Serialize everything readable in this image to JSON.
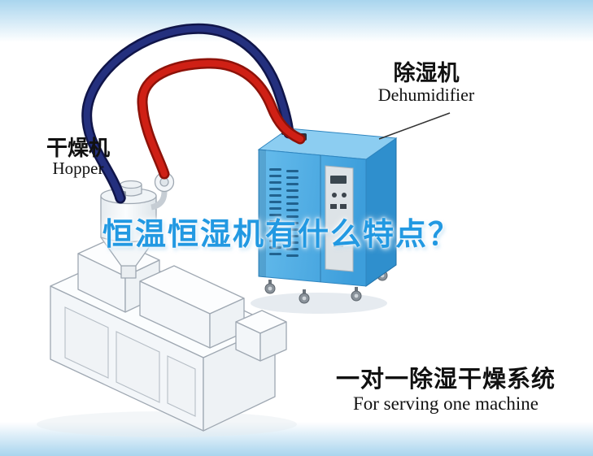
{
  "labels": {
    "hopper": {
      "cn": "干燥机",
      "en": "Hopper"
    },
    "dehumidifier": {
      "cn": "除湿机",
      "en": "Dehumidifier"
    }
  },
  "headline": {
    "text": "恒温恒湿机有什么特点？"
  },
  "caption": {
    "cn": "一对一除湿干燥系统",
    "en": "For serving one machine"
  },
  "colors": {
    "headline_blue": "#2299e2",
    "pipe_red": "#cf2015",
    "pipe_red_dark": "#8e1209",
    "pipe_navy": "#24307e",
    "pipe_navy_dark": "#101549",
    "machine_blue": "#4fb0e7",
    "machine_blue_light": "#8ccdf1",
    "machine_blue_dark": "#2f8fcd",
    "sky_band": "#a9d5ee"
  }
}
